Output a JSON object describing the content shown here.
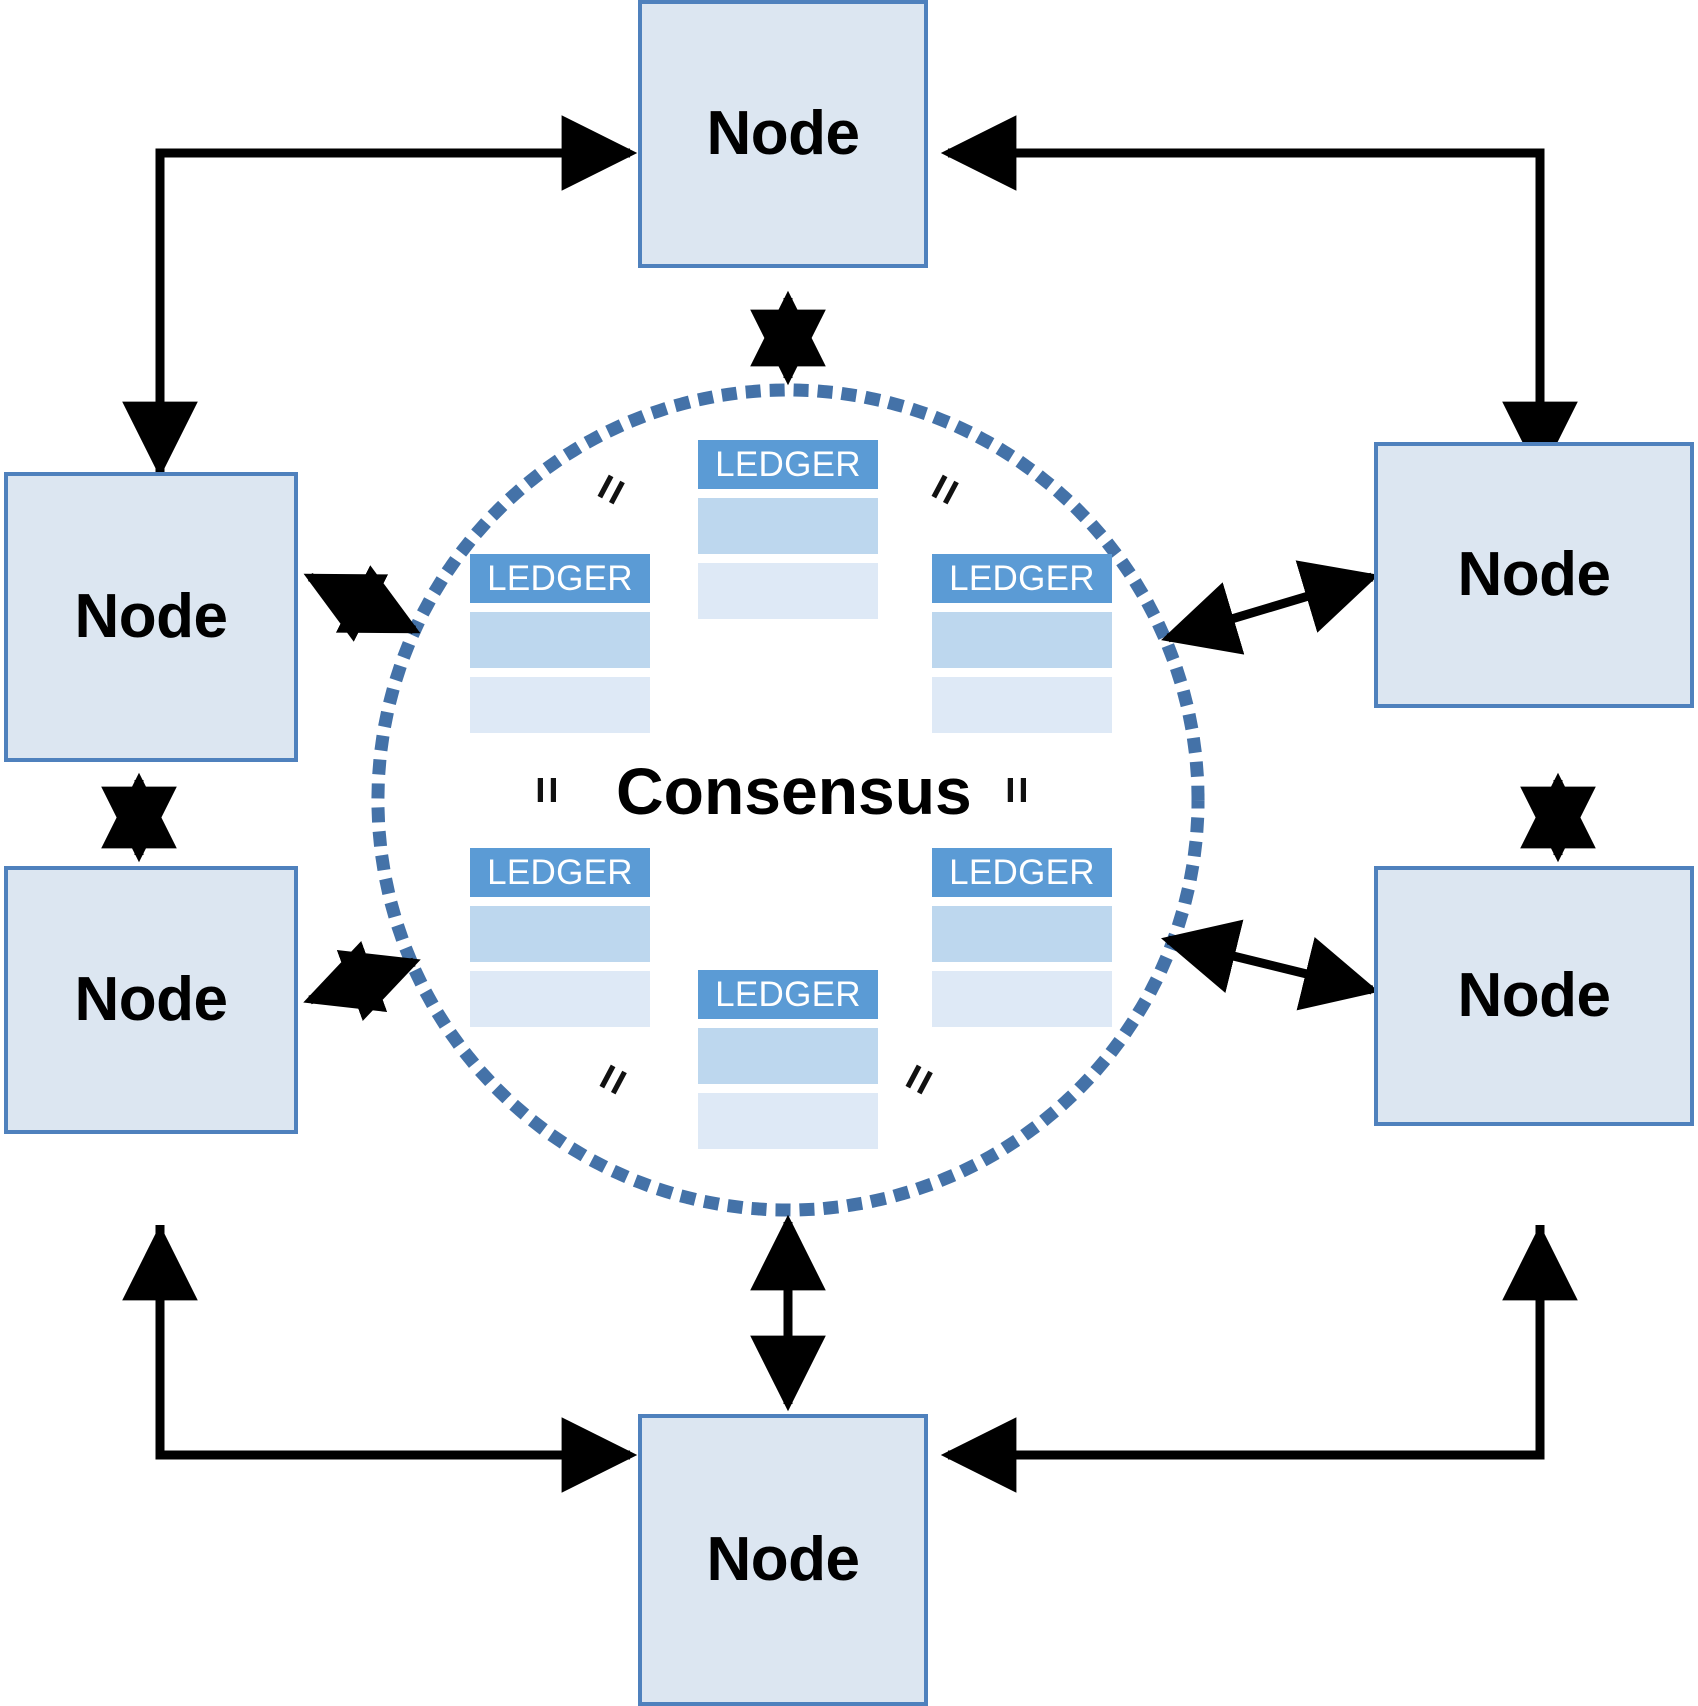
{
  "diagram": {
    "title_text": "Consensus",
    "node_label": "Node",
    "ledger_label": "LEDGER",
    "equals_glyph": "=",
    "colors": {
      "node_fill": "#dce6f1",
      "node_border": "#4f81bd",
      "ledger_header": "#5b9bd5",
      "ledger_row_medium": "#bdd7ee",
      "ledger_row_light": "#dee9f6",
      "circle_dotted": "#4472a8",
      "arrow": "#000000",
      "background": "#ffffff"
    }
  },
  "nodes": [
    {
      "id": "node-top",
      "label": "Node",
      "position": "top-center"
    },
    {
      "id": "node-left-upper",
      "label": "Node",
      "position": "left-upper"
    },
    {
      "id": "node-left-lower",
      "label": "Node",
      "position": "left-lower"
    },
    {
      "id": "node-right-upper",
      "label": "Node",
      "position": "right-upper"
    },
    {
      "id": "node-right-lower",
      "label": "Node",
      "position": "right-lower"
    },
    {
      "id": "node-bottom",
      "label": "Node",
      "position": "bottom-center"
    }
  ],
  "ledgers": [
    {
      "id": "ledger-top-center",
      "label": "LEDGER",
      "position": "top-center"
    },
    {
      "id": "ledger-upper-left",
      "label": "LEDGER",
      "position": "upper-left"
    },
    {
      "id": "ledger-upper-right",
      "label": "LEDGER",
      "position": "upper-right"
    },
    {
      "id": "ledger-lower-left",
      "label": "LEDGER",
      "position": "lower-left"
    },
    {
      "id": "ledger-lower-right",
      "label": "LEDGER",
      "position": "lower-right"
    },
    {
      "id": "ledger-bottom-center",
      "label": "LEDGER",
      "position": "bottom-center"
    }
  ],
  "equals_marks": [
    {
      "id": "equals-upper-left",
      "glyph": "="
    },
    {
      "id": "equals-upper-right",
      "glyph": "="
    },
    {
      "id": "equals-mid-left",
      "glyph": "="
    },
    {
      "id": "equals-mid-right",
      "glyph": "="
    },
    {
      "id": "equals-lower-left",
      "glyph": "="
    },
    {
      "id": "equals-lower-right",
      "glyph": "="
    }
  ],
  "consensus": {
    "label": "Consensus"
  }
}
